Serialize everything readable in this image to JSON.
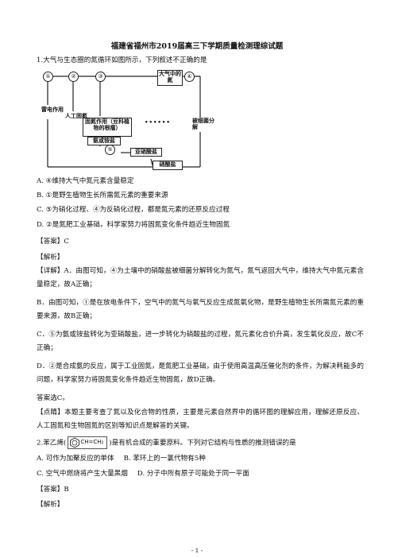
{
  "title": "福建省福州市2019届高三下学期质量检测理综试题",
  "q1": {
    "stem": "1.大气与生态圈的氮循环如图所示，下列叙述不正确的是",
    "diagram": {
      "atm_n2": "大气中的氮",
      "lightning": "雷电作用",
      "artificial": "人工固氮",
      "fixation": "固氮作用（豆科植物的根瘤）",
      "ammonium": "氨或铵盐",
      "nitrite": "亚硝酸盐",
      "nitrate": "硝酸盐",
      "bacteria": "被细菌分解",
      "dots": "••••••",
      "c1": "①",
      "c2": "②",
      "c3": "③",
      "c4": "④",
      "c5": "⑤"
    },
    "options": [
      "A. ④维持大气中氮元素含量稳定",
      "B. ①是野生植物生长所需氮元素的重要来源",
      "C. ⑤为硝化过程、④为反硝化过程，都是氮元素的还原反应过程",
      "D. ②是氮肥工业基础，科学家努力将固氮变化条件趋近生物固氮"
    ],
    "answer": "【答案】C",
    "analysis_head": "【解析】",
    "detail_a": "【详解】A．由图可知，④为土壤中的硝酸盐被细菌分解转化为氮气，氮气返回大气中，维持大气中氮元素含量稳定，故A正确；",
    "detail_b": "B．由图可知，①是在放电条件下，空气中的氮气与氧气反应生成氮氧化物，是野生植物生长所需氮元素的重要来源，故B正确；",
    "detail_c": "C．⑤为氨或铵盐转化为亚硝酸盐，进一步转化为硝酸盐的过程，氮元素化合价升高，发生氧化反应，故C不正确；",
    "detail_d": "D．②是合成氨的反应，属于工业固氮，是氮肥工业基础，由于使用高温高压催化剂的条件，为解决耗能多的问题，科学家努力将固氮变化条件趋近生物固氮，故D正确。",
    "conclusion": "答案选C。",
    "tip": "【点睛】本题主要考查了氮以及化合物的性质，主要是元素自然界中的循环图的理解应用，理解还原反应、人工固氮和生物固氮的区别等知识点是解答的关键。"
  },
  "q2": {
    "stem_pre": "2.苯乙烯(",
    "formula": "CH=CH₂",
    "stem_post": ")是有机合成的重要原料。下列对它结构与性质的推测错误的是",
    "opt_a": "A. 可作为加聚反应的单体",
    "opt_b": "B. 苯环上的一氯代物有5种",
    "opt_c": "C. 空气中燃烧将产生大量黑烟",
    "opt_d": "D. 分子中所有原子可能处于同一平面",
    "answer": "【答案】B",
    "analysis_head": "【解析】"
  },
  "footer": "- 1 -"
}
